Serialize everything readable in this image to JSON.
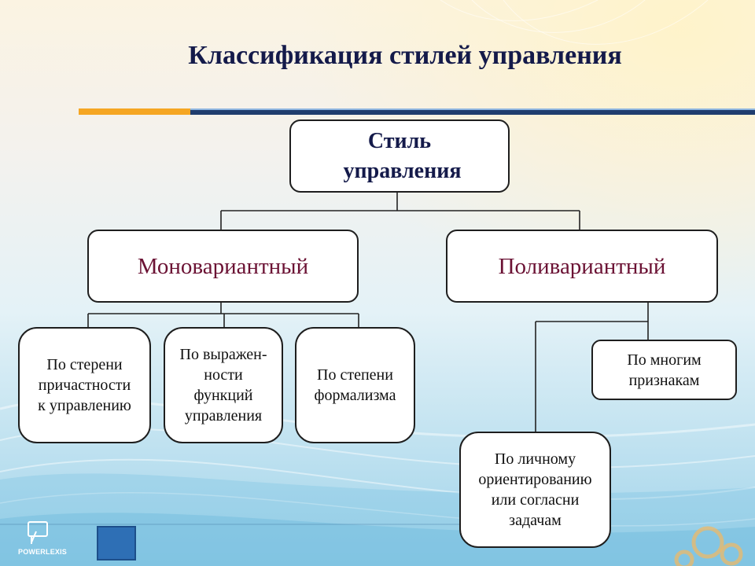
{
  "title": "Классификация стилей управления",
  "root": {
    "label": "Стиль\n управления"
  },
  "mono": {
    "label": "Моновариантный",
    "children": [
      "По стерени\nпричастности\nк управлению",
      "По выражен-\nности\nфункций\nуправления",
      "По степени\nформализма"
    ]
  },
  "poly": {
    "label": "Поливариантный",
    "children": [
      "По многим\nпризнакам",
      "По личному\nориентированию\nили согласни\nзадачам"
    ]
  },
  "logo": {
    "text": "POWERLEXIS"
  },
  "colors": {
    "title": "#141a4a",
    "accent_label": "#6b1234",
    "bar_orange": "#f5a623",
    "bar_navy": "#1f3d6e"
  }
}
